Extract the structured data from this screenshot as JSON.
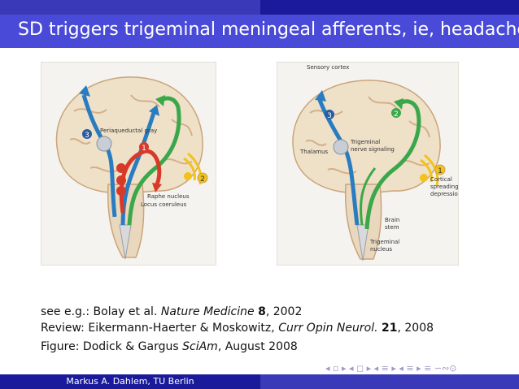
{
  "slide": {
    "title": "SD triggers trigeminal meningeal afferents, ie, headache"
  },
  "figure_left": {
    "labels": {
      "periaqueductal_gray": "Periaqueductal gray",
      "raphe_nucleus": "Raphe nucleus",
      "locus_coeruleus": "Locus coeruleus"
    },
    "markers": [
      "1",
      "2",
      "3"
    ]
  },
  "figure_right": {
    "labels": {
      "sensory_cortex": "Sensory cortex",
      "thalamus": "Thalamus",
      "trigeminal_nerve_signaling_1": "Trigeminal",
      "trigeminal_nerve_signaling_2": "nerve signaling",
      "cortical_1": "Cortical",
      "cortical_2": "spreading",
      "cortical_3": "depression",
      "brain_stem_1": "Brain",
      "brain_stem_2": "stem",
      "trigeminal_nucleus_1": "Trigeminal",
      "trigeminal_nucleus_2": "nucleus"
    },
    "markers": [
      "1",
      "2",
      "3"
    ]
  },
  "references": {
    "line1_prefix": "see e.g.: Bolay et al. ",
    "line1_journal": "Nature Medicine",
    "line1_volume": "8",
    "line1_year": ", 2002",
    "line2_prefix": "Review: Eikermann-Haerter & Moskowitz, ",
    "line2_journal": "Curr Opin Neurol.",
    "line2_volume": "21",
    "line2_year": ", 2008",
    "line3_prefix": "Figure: Dodick & Gargus ",
    "line3_journal": "SciAm",
    "line3_year": ", August 2008"
  },
  "nav": {
    "symbols": "◂ ▫ ▸ ◂ ◻ ▸ ◂ ≡ ▸ ◂ ≡ ▸ ≡ ∽∾⊙"
  },
  "footer": {
    "author": "Markus A. Dahlem, TU Berlin"
  },
  "colors": {
    "header_blue": "#4a4ad8",
    "header_dark": "#1a1a9a",
    "arrow_blue": "#2a7cc0",
    "arrow_green": "#3aa84a",
    "arrow_red": "#d83a2a",
    "yellow": "#f2c21a"
  }
}
